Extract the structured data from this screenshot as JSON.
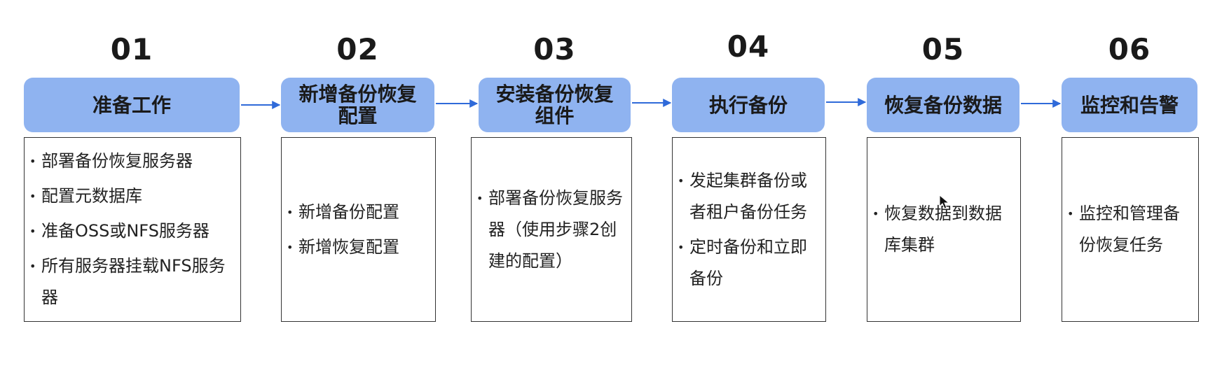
{
  "steps": [
    {
      "number": "01",
      "title": "准备工作",
      "items": [
        "部署备份恢复服务器",
        "配置元数据库",
        "准备OSS或NFS服务器",
        "所有服务器挂载NFS服务器"
      ]
    },
    {
      "number": "02",
      "title": "新增备份恢复配置",
      "items": [
        "新增备份配置",
        "新增恢复配置"
      ]
    },
    {
      "number": "03",
      "title": "安装备份恢复组件",
      "items": [
        "部署备份恢复服务器（使用步骤2创建的配置）"
      ]
    },
    {
      "number": "04",
      "title": "执行备份",
      "items": [
        "发起集群备份或者租户备份任务",
        "定时备份和立即备份"
      ]
    },
    {
      "number": "05",
      "title": "恢复备份数据",
      "items": [
        "恢复数据到数据库集群"
      ]
    },
    {
      "number": "06",
      "title": "监控和告警",
      "items": [
        "监控和管理备份恢复任务"
      ]
    }
  ],
  "colors": {
    "header_fill": "#8fb3f0",
    "arrow": "#2f6ad9",
    "box_border": "#333333"
  },
  "icons": {
    "arrow": "arrow-right-icon",
    "cursor": "mouse-pointer-icon"
  }
}
